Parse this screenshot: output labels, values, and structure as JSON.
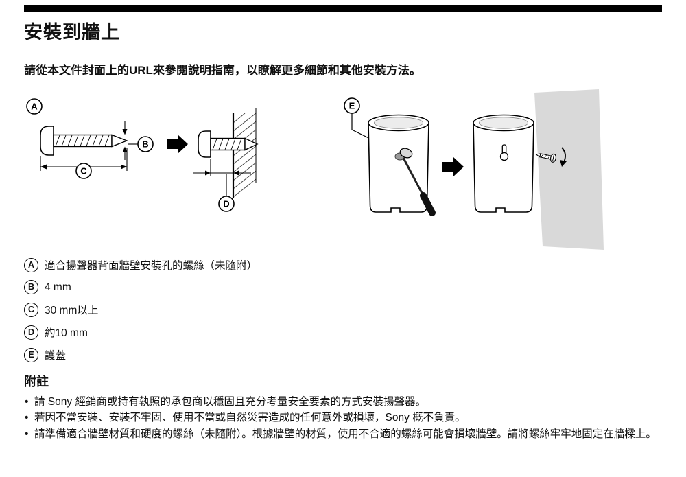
{
  "page": {
    "title": "安裝到牆上",
    "intro": "請從本文件封面上的URL來參閱說明指南，以瞭解更多細節和其他安裝方法。",
    "legend": [
      {
        "key": "A",
        "text": "適合揚聲器背面牆壁安裝孔的螺絲（未隨附）"
      },
      {
        "key": "B",
        "text": "4 mm"
      },
      {
        "key": "C",
        "text": "30 mm以上"
      },
      {
        "key": "D",
        "text": "約10 mm"
      },
      {
        "key": "E",
        "text": "護蓋"
      }
    ],
    "notes": {
      "heading": "附註",
      "items": [
        "請 Sony 經銷商或持有執照的承包商以穩固且充分考量安全要素的方式安裝揚聲器。",
        "若因不當安裝、安裝不牢固、使用不當或自然災害造成的任何意外或損壞，Sony 概不負責。",
        "請準備適合牆壁材質和硬度的螺絲（未隨附）。根據牆壁的材質，使用不合適的螺絲可能會損壞牆壁。請將螺絲牢牢地固定在牆樑上。"
      ]
    },
    "diagram": {
      "labels": {
        "A": "A",
        "B": "B",
        "C": "C",
        "D": "D",
        "E": "E"
      },
      "colors": {
        "wall_fill": "#d9d9d9",
        "speaker_top": "#ececec",
        "line": "#000000"
      }
    }
  }
}
